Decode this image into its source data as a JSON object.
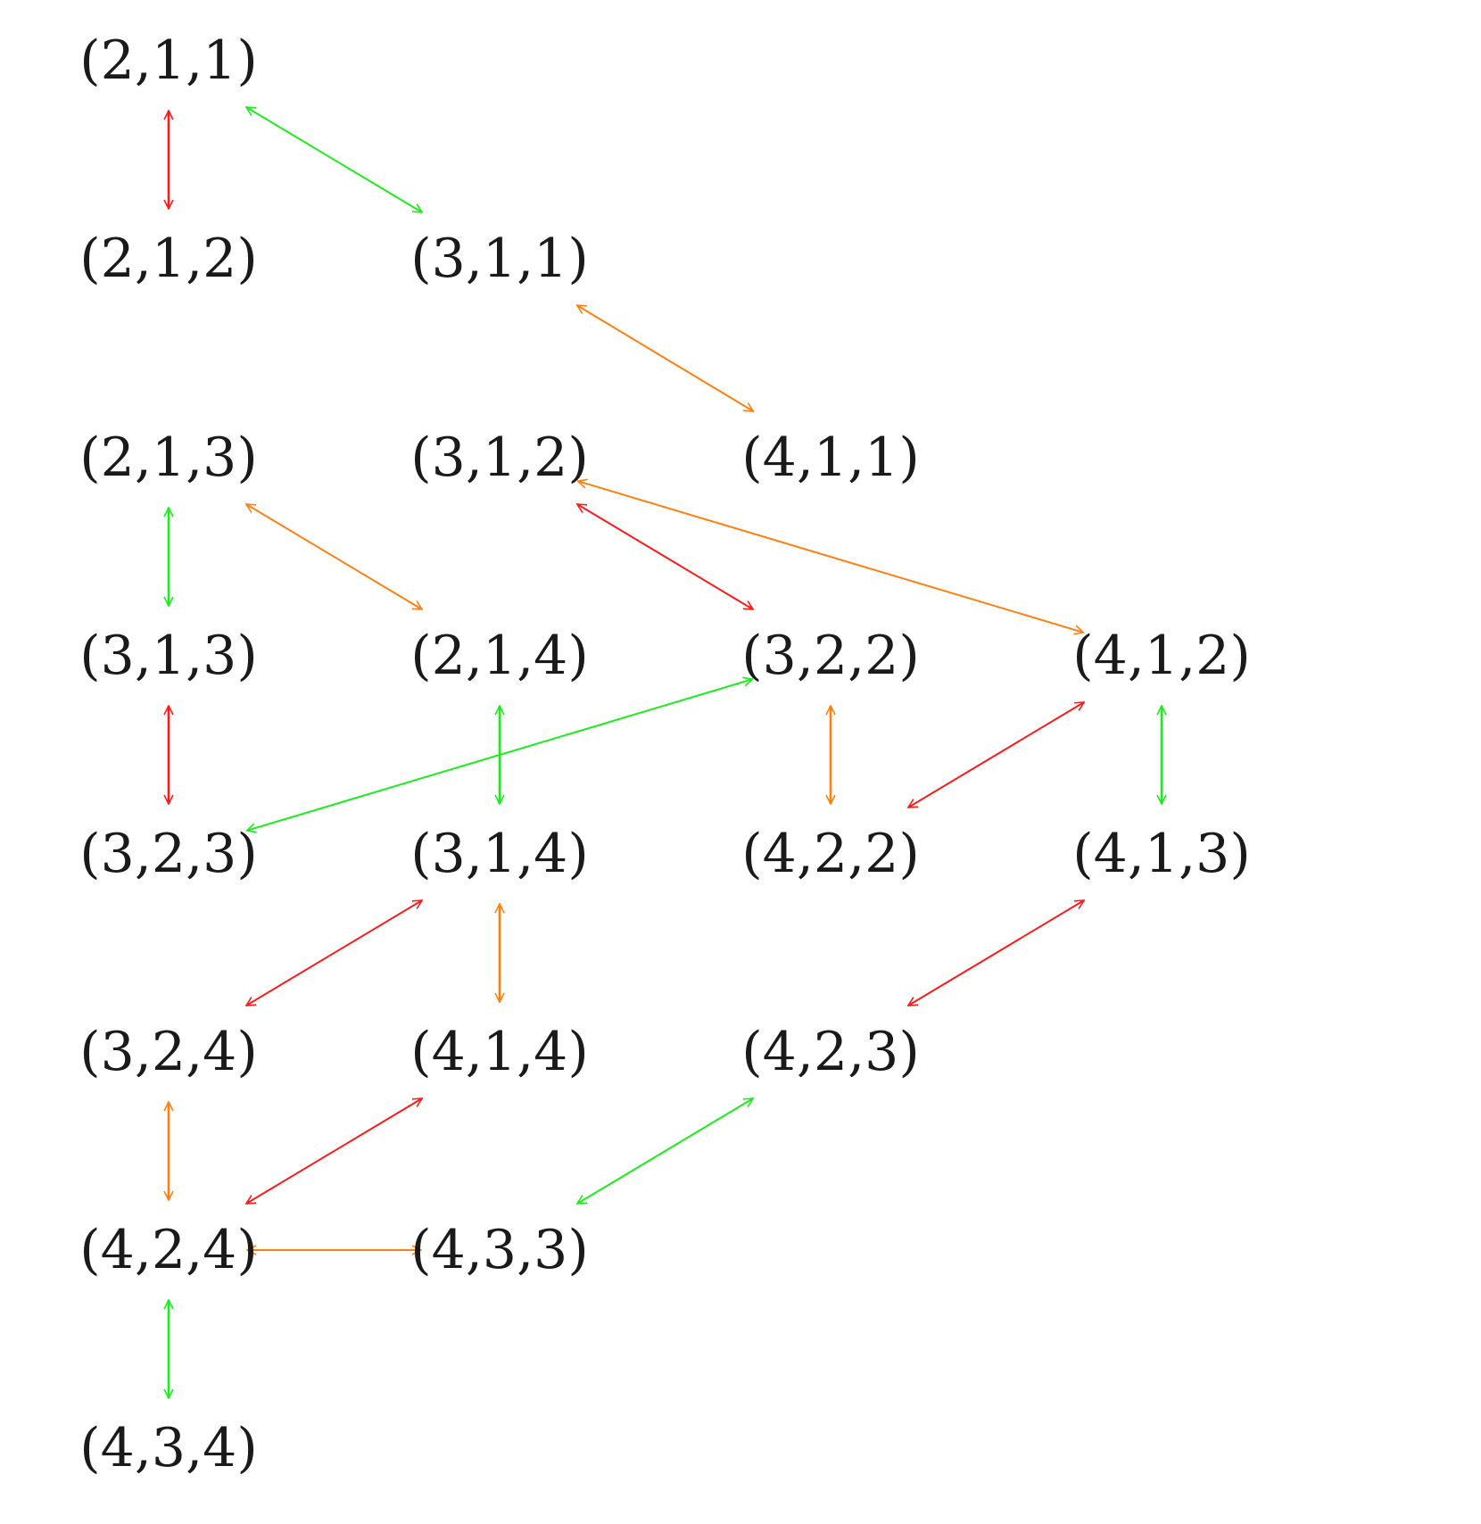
{
  "diagram": {
    "colors": {
      "red": "#ff1a1a",
      "green": "#1aee1a",
      "orange": "#ff8010",
      "text": "#1a1a1a"
    },
    "nodes": [
      {
        "id": "n211",
        "label": "(2,1,1)",
        "col": 0,
        "row": 0
      },
      {
        "id": "n212",
        "label": "(2,1,2)",
        "col": 0,
        "row": 1
      },
      {
        "id": "n311",
        "label": "(3,1,1)",
        "col": 1,
        "row": 1
      },
      {
        "id": "n213",
        "label": "(2,1,3)",
        "col": 0,
        "row": 2
      },
      {
        "id": "n312",
        "label": "(3,1,2)",
        "col": 1,
        "row": 2
      },
      {
        "id": "n411",
        "label": "(4,1,1)",
        "col": 2,
        "row": 2
      },
      {
        "id": "n313",
        "label": "(3,1,3)",
        "col": 0,
        "row": 3
      },
      {
        "id": "n214",
        "label": "(2,1,4)",
        "col": 1,
        "row": 3
      },
      {
        "id": "n322",
        "label": "(3,2,2)",
        "col": 2,
        "row": 3
      },
      {
        "id": "n412",
        "label": "(4,1,2)",
        "col": 3,
        "row": 3
      },
      {
        "id": "n323",
        "label": "(3,2,3)",
        "col": 0,
        "row": 4
      },
      {
        "id": "n314",
        "label": "(3,1,4)",
        "col": 1,
        "row": 4
      },
      {
        "id": "n422",
        "label": "(4,2,2)",
        "col": 2,
        "row": 4
      },
      {
        "id": "n413",
        "label": "(4,1,3)",
        "col": 3,
        "row": 4
      },
      {
        "id": "n324",
        "label": "(3,2,4)",
        "col": 0,
        "row": 5
      },
      {
        "id": "n414",
        "label": "(4,1,4)",
        "col": 1,
        "row": 5
      },
      {
        "id": "n423",
        "label": "(4,2,3)",
        "col": 2,
        "row": 5
      },
      {
        "id": "n424",
        "label": "(4,2,4)",
        "col": 0,
        "row": 6
      },
      {
        "id": "n433",
        "label": "(4,3,3)",
        "col": 1,
        "row": 6
      },
      {
        "id": "n434",
        "label": "(4,3,4)",
        "col": 0,
        "row": 7
      }
    ],
    "edges": [
      {
        "from": "n211",
        "to": "n212",
        "color": "red"
      },
      {
        "from": "n211",
        "to": "n311",
        "color": "green"
      },
      {
        "from": "n311",
        "to": "n411",
        "color": "orange"
      },
      {
        "from": "n213",
        "to": "n313",
        "color": "green"
      },
      {
        "from": "n213",
        "to": "n214",
        "color": "orange"
      },
      {
        "from": "n312",
        "to": "n322",
        "color": "red"
      },
      {
        "from": "n312",
        "to": "n412",
        "color": "orange"
      },
      {
        "from": "n313",
        "to": "n323",
        "color": "red"
      },
      {
        "from": "n214",
        "to": "n314",
        "color": "green"
      },
      {
        "from": "n323",
        "to": "n322",
        "color": "green"
      },
      {
        "from": "n322",
        "to": "n422",
        "color": "orange"
      },
      {
        "from": "n412",
        "to": "n422",
        "color": "red"
      },
      {
        "from": "n412",
        "to": "n413",
        "color": "green"
      },
      {
        "from": "n314",
        "to": "n324",
        "color": "red"
      },
      {
        "from": "n314",
        "to": "n414",
        "color": "orange"
      },
      {
        "from": "n413",
        "to": "n423",
        "color": "red"
      },
      {
        "from": "n324",
        "to": "n424",
        "color": "orange"
      },
      {
        "from": "n414",
        "to": "n424",
        "color": "red"
      },
      {
        "from": "n423",
        "to": "n433",
        "color": "green"
      },
      {
        "from": "n424",
        "to": "n434",
        "color": "green"
      },
      {
        "from": "n424",
        "to": "n433",
        "color": "orange"
      }
    ]
  }
}
